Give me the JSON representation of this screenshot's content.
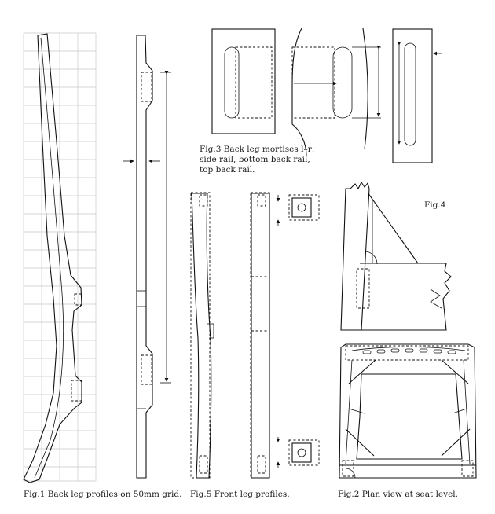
{
  "captions": {
    "fig1": "Fig.1 Back leg profiles on 50mm grid.",
    "fig5": "Fig.5 Front leg profiles.",
    "fig2": "Fig.2 Plan view at seat level.",
    "fig3_line1": "Fig.3 Back leg mortises l–r:",
    "fig3_line2": "side rail, bottom back rail,",
    "fig3_line3": "top back rail.",
    "fig4": "Fig.4"
  },
  "colors": {
    "ink": "#111111",
    "grid": "#c9c9c9",
    "paper": "#ffffff"
  }
}
